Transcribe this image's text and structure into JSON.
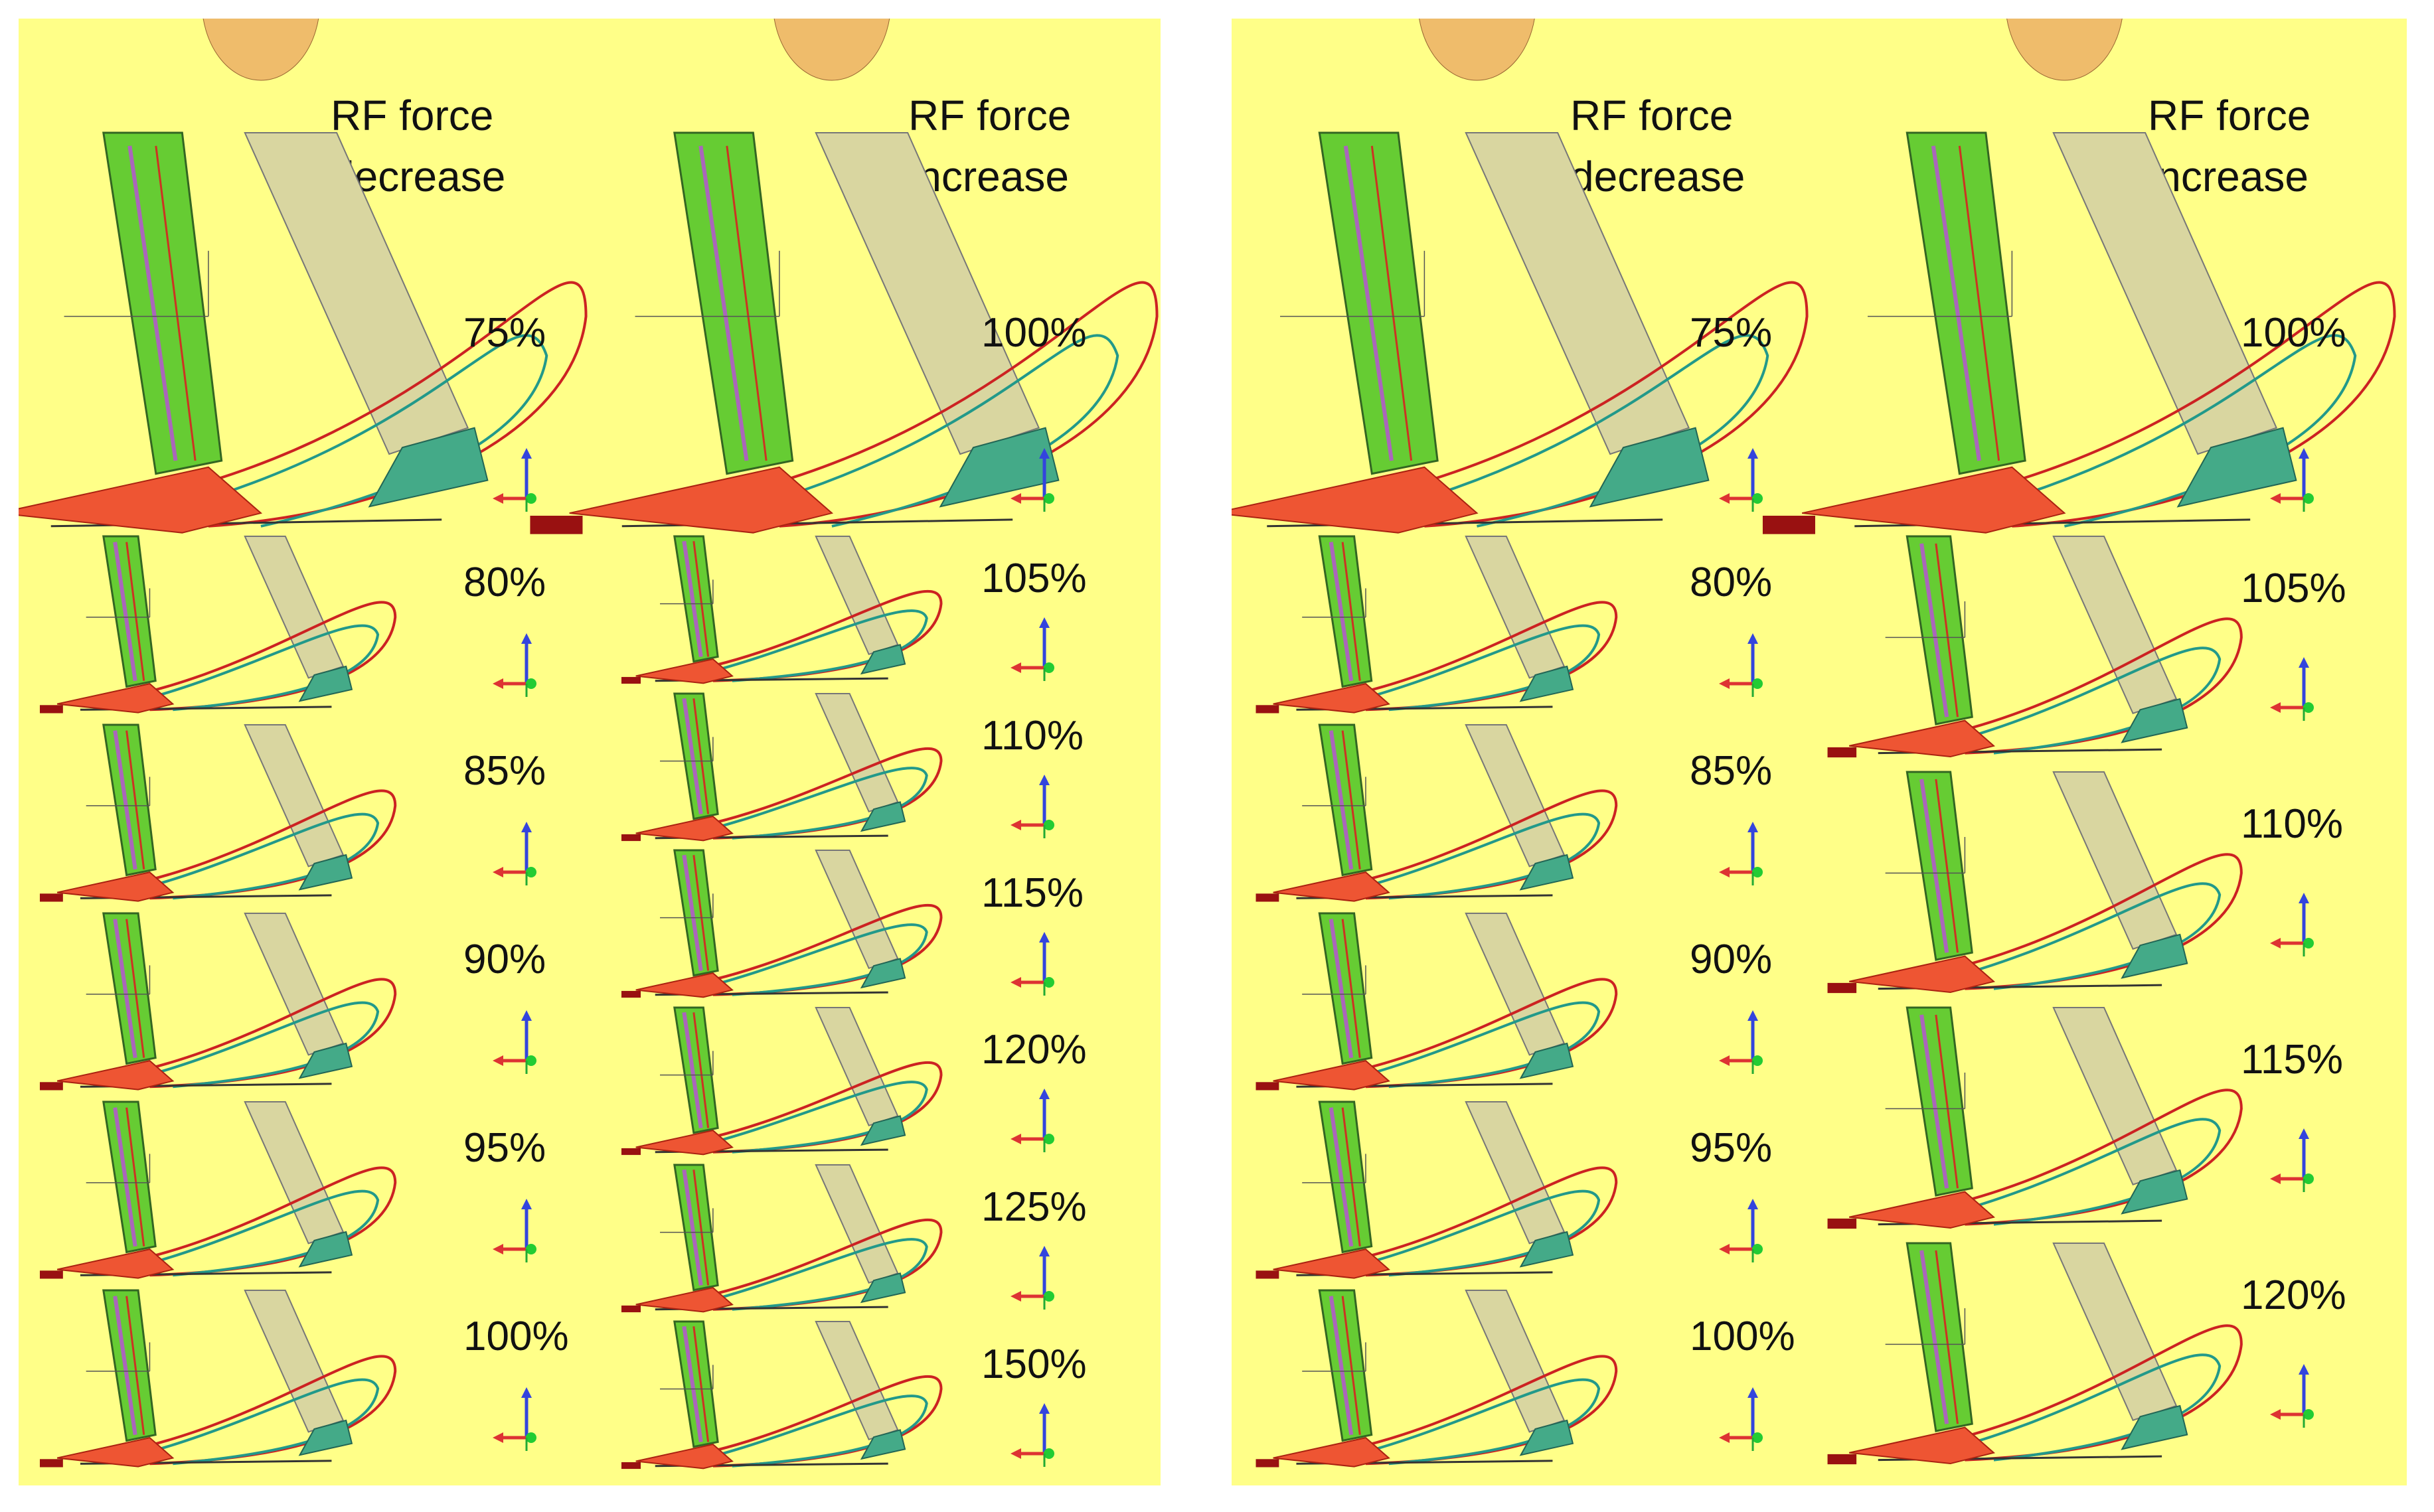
{
  "panels": [
    {
      "columns": [
        {
          "header": [
            "RF force",
            "decrease"
          ],
          "frames": [
            "75%",
            "80%",
            "85%",
            "90%",
            "95%",
            "100%"
          ]
        },
        {
          "header": [
            "RF force",
            "increase"
          ],
          "frames": [
            "100%",
            "105%",
            "110%",
            "115%",
            "120%",
            "125%",
            "150%"
          ]
        }
      ]
    },
    {
      "columns": [
        {
          "header": [
            "RF force",
            "decrease"
          ],
          "frames": [
            "75%",
            "80%",
            "85%",
            "90%",
            "95%",
            "100%"
          ]
        },
        {
          "header": [
            "RF force",
            "increase"
          ],
          "frames": [
            "100%",
            "105%",
            "110%",
            "115%",
            "120%"
          ]
        }
      ]
    }
  ],
  "colors": {
    "background": "#ffff88",
    "trajectory_red": "#cc2222",
    "trajectory_teal": "#22998a",
    "leg_green": "#66cc33",
    "leg_beige": "#d9d6a0",
    "foot_red": "#ee5533",
    "foot_teal": "#44aa88"
  }
}
